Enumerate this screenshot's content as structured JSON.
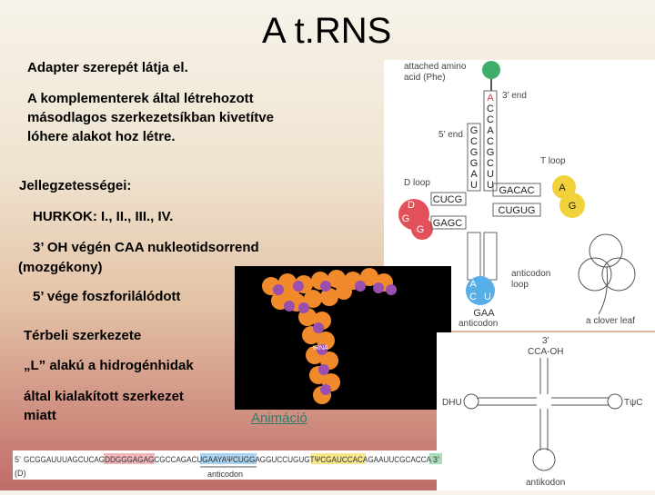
{
  "title": "A t.RNS",
  "text": {
    "adapter": "Adapter szerepét látja el.",
    "complement1": "A komplementerek által létrehozott",
    "complement2": "másodlagos szerkezetsíkban kivetítve",
    "complement3": "lóhere alakot hoz létre.",
    "features": "Jellegzetességei:",
    "loops": "HURKOK: I., II., III., IV.",
    "oh_end1": "3’ OH végén CAA nukleotidsorrend",
    "oh_end2": "(mozgékony)",
    "five_end": "5’ vége foszforilálódott",
    "spatial": "Térbeli szerkezete",
    "lshape": "„L” alakú a hidrogénhidak",
    "formed1": "által kialakított szerkezet",
    "formed2": "miatt"
  },
  "animation_link": "Animáció",
  "model_label": "tRNA",
  "cloverleaf": {
    "attached_1": "attached amino",
    "attached_2": "acid (Phe)",
    "three_end": "3’ end",
    "five_end": "5’ end",
    "d_loop": "D loop",
    "t_loop": "T loop",
    "anticodon_loop_1": "anticodon",
    "anticodon_loop_2": "loop",
    "anticodon": "anticodon",
    "clover_leaf": "a clover leaf"
  },
  "cross_diagram": {
    "three": "3’",
    "cca": "CCA-OH",
    "dhu": "DHU",
    "tpsic": "TψC",
    "anticodon": "antikodon"
  },
  "sequence": {
    "five": "5’",
    "three": "3’",
    "seq": "GCGGAUUUAGCUCAGDDGGGAGAGCGCCAGACUGAAYAΨCUGGAGGUCCUGUGTΨCGAUCCACAGAAUUCGCACCA",
    "label_d": "(D)",
    "anticodon": "anticodon"
  },
  "colors": {
    "d_loop": "#e2505a",
    "t_loop": "#f2d23a",
    "anticodon_loop": "#58aee6",
    "amino_acid": "#3fae6a",
    "model_orange": "#f08a2a",
    "model_purple": "#9a4fb0"
  }
}
